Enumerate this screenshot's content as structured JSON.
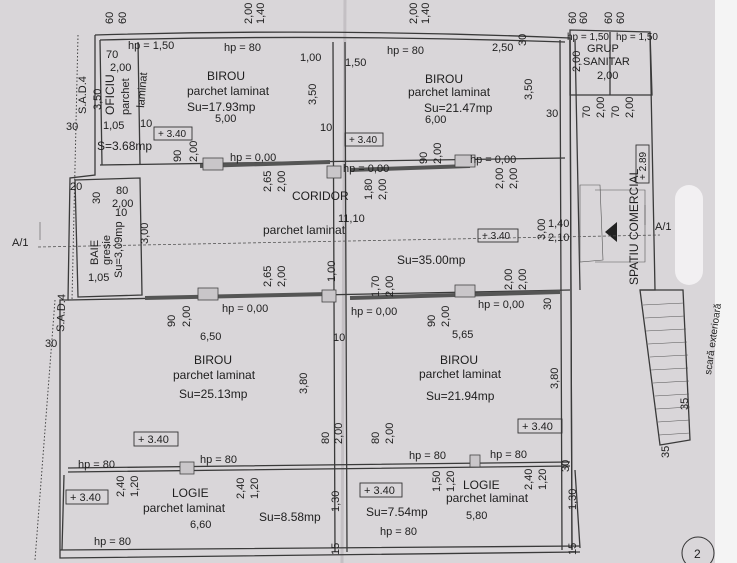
{
  "colors": {
    "paper": "#d9d6d9",
    "ink": "#1e1e1e"
  },
  "rooms": {
    "birou_1": {
      "name": "BIROU",
      "floor": "parchet laminat",
      "area": "Su=17.93mp"
    },
    "oficiu": {
      "name": "OFICIU",
      "floor_1": "parchet",
      "floor_2": "laminat",
      "area": "S=3.68mp"
    },
    "birou_2": {
      "name": "BIROU",
      "floor": "parchet laminat",
      "area": "Su=21.47mp"
    },
    "grup_sanitar": {
      "name_1": "GRUP",
      "name_2": "SANITAR"
    },
    "coridor": {
      "name": "CORIDOR",
      "floor": "parchet laminat",
      "area": "Su=35.00mp"
    },
    "baie": {
      "name": "BAIE",
      "floor": "gresie",
      "area": "Su=3,09mp"
    },
    "birou_3": {
      "name": "BIROU",
      "floor": "parchet laminat",
      "area": "Su=25.13mp"
    },
    "birou_4": {
      "name": "BIROU",
      "floor": "parchet laminat",
      "area": "Su=21.94mp"
    },
    "logie_1": {
      "name": "LOGIE",
      "floor": "parchet laminat",
      "area": "Su=8.58mp"
    },
    "logie_2": {
      "name": "LOGIE",
      "floor": "parchet laminat",
      "area": "Su=7.54mp"
    },
    "spatiu_comercial": {
      "name": "SPATIU COMERCIAL"
    },
    "scara": {
      "name": "scară exterioară"
    }
  },
  "markers": {
    "sad_upper": "S.A.D.4",
    "sad_lower": "S.A.D.4",
    "section_left": "A/1",
    "section_right": "A/1",
    "page_number": "2"
  },
  "levels": [
    "+ 3.40",
    "+ 3.40",
    "+ 3.40",
    "+ 3.40",
    "+ 3.40",
    "+ 3.40",
    "+ 3.40",
    "+ 2.89"
  ],
  "hp": [
    "hp = 1,50",
    "hp = 80",
    "hp = 80",
    "hp = 1,50",
    "hp = 1,50",
    "hp = 0,00",
    "hp = 0,00",
    "hp = 0,00",
    "hp = 0,00",
    "hp = 0,00",
    "hp = 0,00",
    "hp = 80",
    "hp = 80",
    "hp = 80",
    "hp = 80",
    "hp = 80",
    "hp = 80"
  ],
  "dims": [
    "60",
    "60",
    "2,00",
    "1,40",
    "2,00",
    "1,40",
    "60",
    "60",
    "60",
    "60",
    "70",
    "2,00",
    "3,50",
    "30",
    "1,05",
    "10",
    "5,00",
    "1,00",
    "3,50",
    "10",
    "1,50",
    "2,50",
    "30",
    "6,00",
    "3,50",
    "30",
    "2,00",
    "2,00",
    "70",
    "2,00",
    "70",
    "2,00",
    "90",
    "2,00",
    "2,65",
    "2,00",
    "1,80",
    "2,00",
    "90",
    "2,00",
    "2,00",
    "2,00",
    "11,10",
    "3,00",
    "1,40",
    "2,10",
    "20",
    "30",
    "80",
    "2,00",
    "10",
    "3,00",
    "1,05",
    "2,65",
    "2,00",
    "1,00",
    "1,70",
    "2,00",
    "2,00",
    "2,00",
    "90",
    "2,00",
    "6,50",
    "10",
    "30",
    "90",
    "2,00",
    "5,65",
    "30",
    "3,80",
    "3,80",
    "80",
    "2,00",
    "80",
    "2,00",
    "2,40",
    "1,20",
    "2,40",
    "1,20",
    "1,50",
    "1,20",
    "2,40",
    "1,20",
    "30",
    "6,60",
    "1,30",
    "15",
    "1,30",
    "5,80",
    "15",
    "35",
    "35"
  ]
}
